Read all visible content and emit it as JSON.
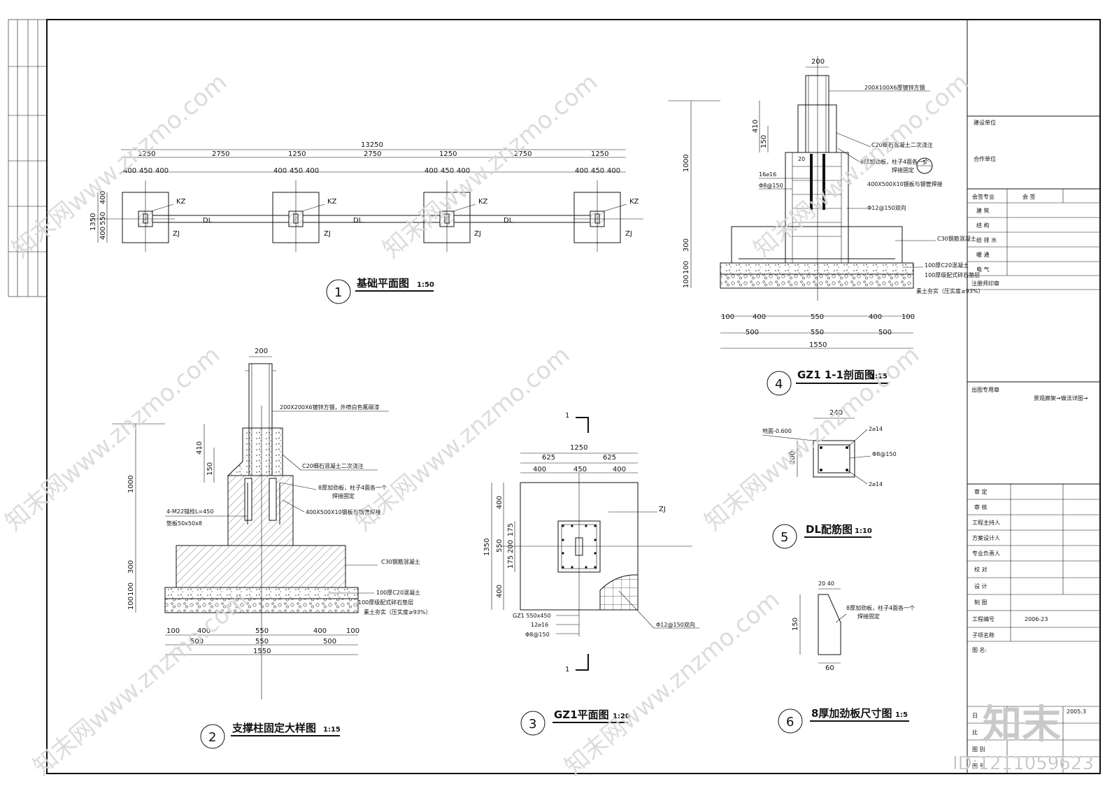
{
  "watermark": {
    "text": "知末网www.znzmo.com",
    "brand": "知末",
    "id_label": "ID:1211059623"
  },
  "title_block": {
    "construction_unit": "建设单位",
    "cooperation_unit": "合作单位",
    "countersign_header": [
      "会签专业",
      "会   签"
    ],
    "disciplines": [
      "建    筑",
      "结    构",
      "给 排 水",
      "暖    通",
      "电    气"
    ],
    "registered_seal": "注册师印章",
    "drawing_seal": "出图专用章",
    "project_name": "景观廊架→做法详图→",
    "signatures": [
      "审    定",
      "审    核",
      "工程主持人",
      "方案设计人",
      "专业负责人",
      "校    对",
      "设    计",
      "制    图"
    ],
    "project_no_label": "工程编号",
    "project_no": "2006-23",
    "subproject_label": "子项名称",
    "drawing_name_label": "图    名:",
    "date_label": "日",
    "date_value": "2005.3",
    "scale_label": "比",
    "sheet_label": "图 别",
    "number_label": "图 号"
  },
  "d1": {
    "num": "1",
    "title": "基础平面图",
    "scale": "1:50",
    "total": "13250",
    "spans": [
      "1250",
      "2750",
      "1250",
      "2750",
      "1250",
      "2750",
      "1250"
    ],
    "sub": [
      "400",
      "450",
      "400"
    ],
    "vdims": [
      "400",
      "550",
      "400"
    ],
    "vtotal": "1350",
    "kz": "KZ",
    "zj": "ZJ",
    "dl": "DL"
  },
  "d2": {
    "num": "2",
    "title": "支撑柱固定大样图",
    "scale": "1:15",
    "top_dim": "200",
    "steel": "200X200X6镀锌方钢，外喷白色氟碳漆",
    "c20": "C20细石混凝土二次浇注",
    "rib": "8厚加劲板，柱子4面各一个",
    "rib2": "焊接固定",
    "plate": "400X500X10钢板与钢管焊接",
    "bolt": "4-M22锚栓L=450",
    "washer": "垫板50x50x8",
    "c30": "C30钢筋混凝土",
    "c20bed": "100厚C20混凝土",
    "gravel": "100厚级配式碎石垫层",
    "soil": "素土夯实（压实度≥93%）",
    "vdims": [
      "410",
      "150",
      "1000",
      "300",
      "100",
      "100"
    ],
    "hdims1": [
      "100",
      "400",
      "550",
      "400",
      "100"
    ],
    "hdims2": [
      "500",
      "550",
      "500"
    ],
    "total": "1550"
  },
  "d3": {
    "num": "3",
    "title": "GZ1平面图",
    "scale": "1:20",
    "section_mark": "1",
    "top_total": "1250",
    "top1": [
      "625",
      "625"
    ],
    "top2": [
      "400",
      "450",
      "400"
    ],
    "vtotal": "1350",
    "vdims": [
      "400",
      "550",
      "400"
    ],
    "vdims2": [
      "175",
      "200",
      "175"
    ],
    "zj": "ZJ",
    "gz1": "GZ1  550x450",
    "bars": "12⌀16",
    "stirrup": "Φ8@150",
    "mesh": "Φ12@150双向"
  },
  "d4": {
    "num": "4",
    "title": "GZ1  1-1剖面图",
    "scale": "1:15",
    "top_dim": "200",
    "steel": "200X100X6厚镀锌方钢",
    "c20": "C20细石混凝土二次浇注",
    "rib": "8厚加劲板，柱子4面各一个",
    "rib2": "焊接固定",
    "plate": "400X500X10钢板与钢管焊接",
    "long_bars": "16⌀16",
    "stirrup": "Φ8@150",
    "mesh": "Φ12@150双向",
    "c30": "C30钢筋混凝土",
    "c20bed": "100厚C20混凝土",
    "gravel": "100厚级配式碎石垫层",
    "soil": "素土夯实（压实度≥93%）",
    "ref": "5",
    "vdims": [
      "410",
      "150",
      "1000",
      "300",
      "100",
      "100"
    ],
    "dim20": "20",
    "hdims1": [
      "100",
      "400",
      "550",
      "400",
      "100"
    ],
    "hdims2": [
      "500",
      "550",
      "500"
    ],
    "total": "1550"
  },
  "d5": {
    "num": "5",
    "title": "DL配筋图",
    "scale": "1:10",
    "width": "240",
    "height": "200",
    "elev": "地面-0.600",
    "top_bars": "2⌀14",
    "stirrup": "Φ8@150",
    "bot_bars": "2⌀14"
  },
  "d6": {
    "num": "6",
    "title": "8厚加劲板尺寸图",
    "scale": "1:5",
    "top": "20  40",
    "height": "150",
    "bottom": "60",
    "note": "8厚加劲板，柱子4面各一个",
    "note2": "焊接固定"
  }
}
